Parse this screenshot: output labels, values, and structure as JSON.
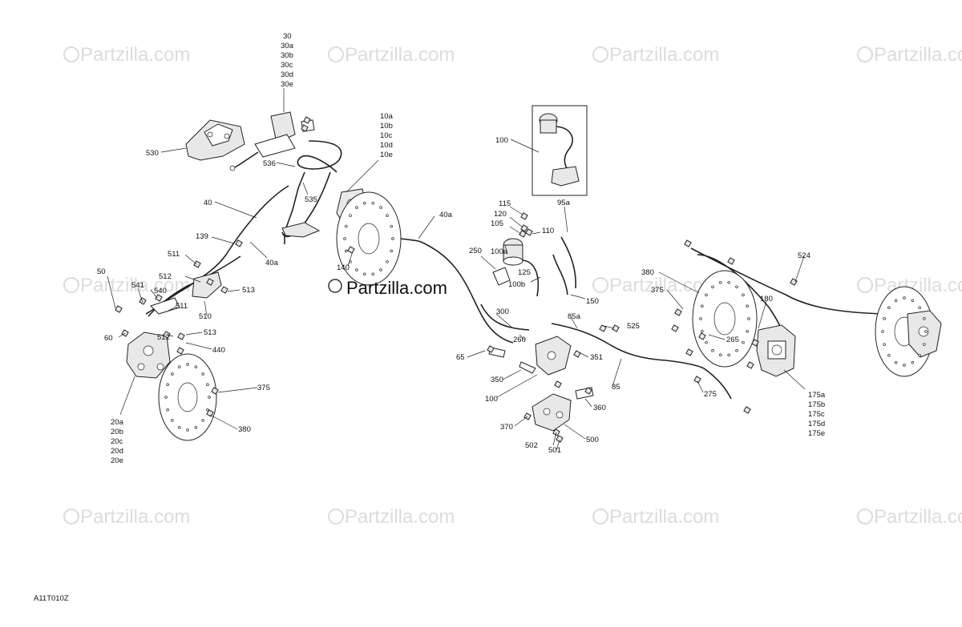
{
  "watermark": "© Partzilla.com",
  "center_watermark": "© Partzilla.com",
  "drawing_code": "A11T010Z",
  "callouts": {
    "c30": [
      "30",
      "30a",
      "30b",
      "30c",
      "30d",
      "30e"
    ],
    "c10": [
      "10a",
      "10b",
      "10c",
      "10d",
      "10e"
    ],
    "c20": [
      "20a",
      "20b",
      "20c",
      "20d",
      "20e"
    ],
    "c175": [
      "175a",
      "175b",
      "175c",
      "175d",
      "175e"
    ],
    "c530": "530",
    "c536": "536",
    "c535": "535",
    "c40": "40",
    "c40a1": "40a",
    "c40a2": "40a",
    "c139": "139",
    "c511a": "511",
    "c511b": "511",
    "c512a": "512",
    "c512b": "512",
    "c513a": "513",
    "c513b": "513",
    "c50": "50",
    "c541": "541",
    "c540": "540",
    "c510": "510",
    "c60": "60",
    "c440": "440",
    "c375a": "375",
    "c380a": "380",
    "c140": "140",
    "c100box": "100",
    "c95a": "95a",
    "c115": "115",
    "c120": "120",
    "c105": "105",
    "c110": "110",
    "c100a": "100a",
    "c250": "250",
    "c125": "125",
    "c100b": "100b",
    "c150": "150",
    "c300": "300",
    "c85a": "85a",
    "c525": "525",
    "c260": "260",
    "c65": "65",
    "c351": "351",
    "c350": "350",
    "c100": "100",
    "c85": "85",
    "c265": "265",
    "c275": "275",
    "c360": "360",
    "c370": "370",
    "c502": "502",
    "c501": "501",
    "c500": "500",
    "c380b": "380",
    "c375b": "375",
    "c180": "180",
    "c524": "524"
  }
}
